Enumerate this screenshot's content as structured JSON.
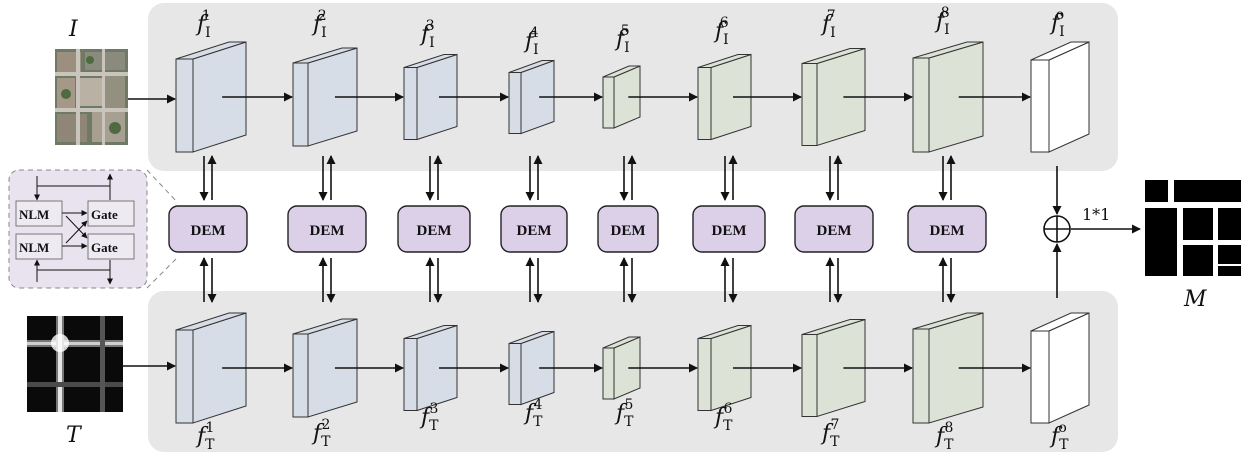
{
  "inputs": {
    "image_label": "I",
    "trajectory_label": "T",
    "output_label": "M"
  },
  "dem_label": "DEM",
  "conv_label": "1*1",
  "image_features": [
    {
      "base": "f",
      "sub": "I",
      "sup": "1"
    },
    {
      "base": "f",
      "sub": "I",
      "sup": "2"
    },
    {
      "base": "f",
      "sub": "I",
      "sup": "3"
    },
    {
      "base": "f",
      "sub": "I",
      "sup": "4"
    },
    {
      "base": "f",
      "sub": "I",
      "sup": "5"
    },
    {
      "base": "f",
      "sub": "I",
      "sup": "6"
    },
    {
      "base": "f",
      "sub": "I",
      "sup": "7"
    },
    {
      "base": "f",
      "sub": "I",
      "sup": "8"
    },
    {
      "base": "f",
      "sub": "I",
      "sup": "o"
    }
  ],
  "trajectory_features": [
    {
      "base": "f",
      "sub": "T",
      "sup": "1"
    },
    {
      "base": "f",
      "sub": "T",
      "sup": "2"
    },
    {
      "base": "f",
      "sub": "T",
      "sup": "3"
    },
    {
      "base": "f",
      "sub": "T",
      "sup": "4"
    },
    {
      "base": "f",
      "sub": "T",
      "sup": "5"
    },
    {
      "base": "f",
      "sub": "T",
      "sup": "6"
    },
    {
      "base": "f",
      "sub": "T",
      "sup": "7"
    },
    {
      "base": "f",
      "sub": "T",
      "sup": "8"
    },
    {
      "base": "f",
      "sub": "T",
      "sup": "o"
    }
  ],
  "dem_inset": {
    "nlm_label": "NLM",
    "gate_label": "Gate"
  },
  "colors": {
    "panel_bg": "#e7e7e7",
    "dem_fill": "#dccfe8",
    "dem_stroke": "#222222",
    "encoder_block": "#d7dde6",
    "decoder_block": "#dde2d6",
    "output_block": "#ffffff",
    "inset_bg": "#e9e3ef"
  }
}
